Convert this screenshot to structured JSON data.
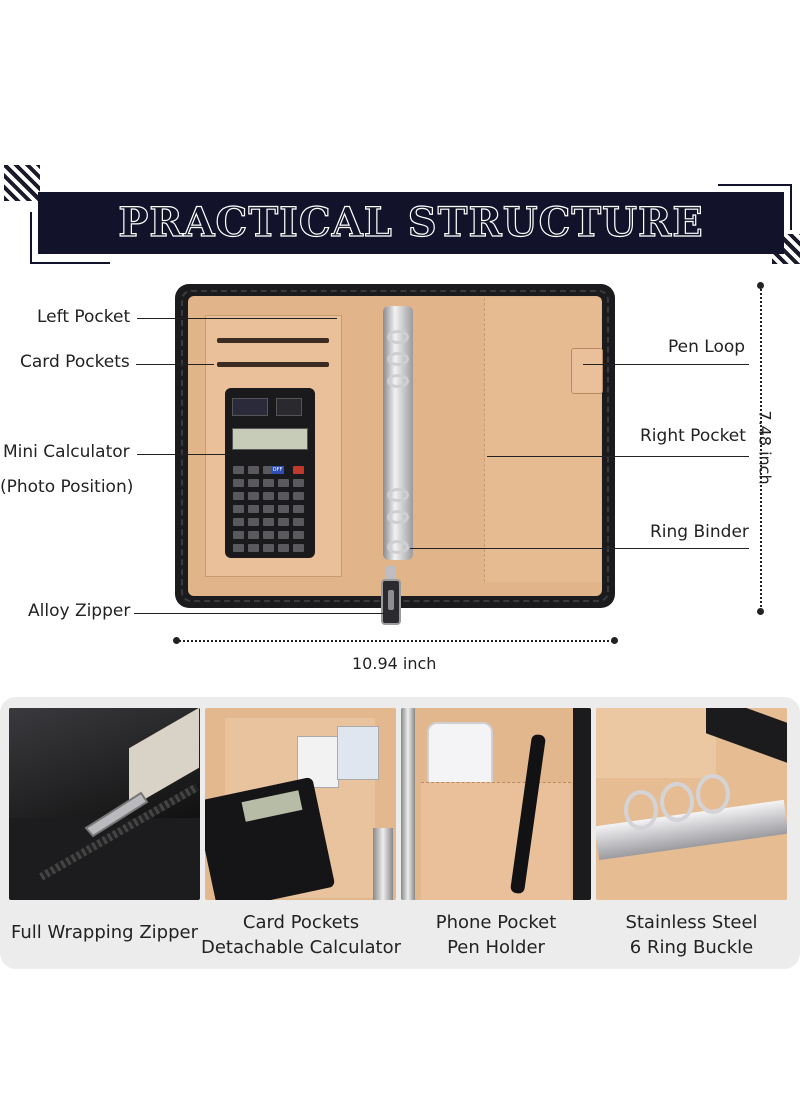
{
  "header": {
    "title": "PRACTICAL STRUCTURE"
  },
  "callouts": {
    "left_pocket": "Left Pocket",
    "card_pockets": "Card Pockets",
    "mini_calculator": "Mini Calculator",
    "photo_position": "(Photo Position)",
    "alloy_zipper": "Alloy Zipper",
    "pen_loop": "Pen Loop",
    "right_pocket": "Right Pocket",
    "ring_binder": "Ring Binder"
  },
  "dimensions": {
    "width": "10.94 inch",
    "height": "7.48 inch"
  },
  "calculator": {
    "off_key": "OFF"
  },
  "features": [
    {
      "line1": "Full Wrapping Zipper",
      "line2": ""
    },
    {
      "line1": "Card Pockets",
      "line2": "Detachable Calculator"
    },
    {
      "line1": "Phone Pocket",
      "line2": "Pen Holder"
    },
    {
      "line1": "Stainless Steel",
      "line2": "6 Ring Buckle"
    }
  ],
  "colors": {
    "banner": "#12122a",
    "leather": "#e2b48a",
    "binder": "#1b1b1e",
    "panel": "#ececec"
  }
}
